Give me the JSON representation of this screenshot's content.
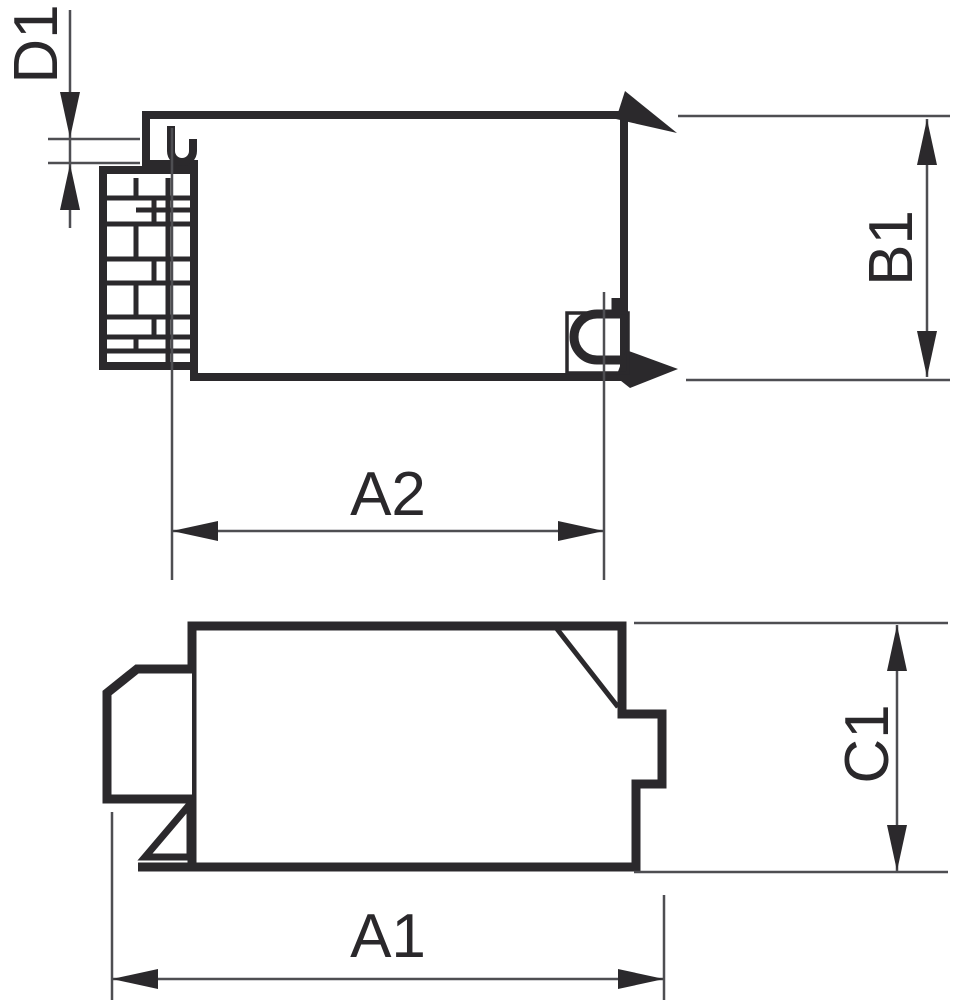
{
  "diagram": {
    "type": "technical-outline-drawing",
    "colors": {
      "outline": "#2b292c",
      "dimension_lines": "#4e4e52",
      "text": "#2a282b",
      "background": "#ffffff"
    },
    "dimensions": {
      "d1": {
        "label": "D1"
      },
      "b1": {
        "label": "B1"
      },
      "a2": {
        "label": "A2"
      },
      "c1": {
        "label": "C1"
      },
      "a1": {
        "label": "A1"
      }
    }
  }
}
